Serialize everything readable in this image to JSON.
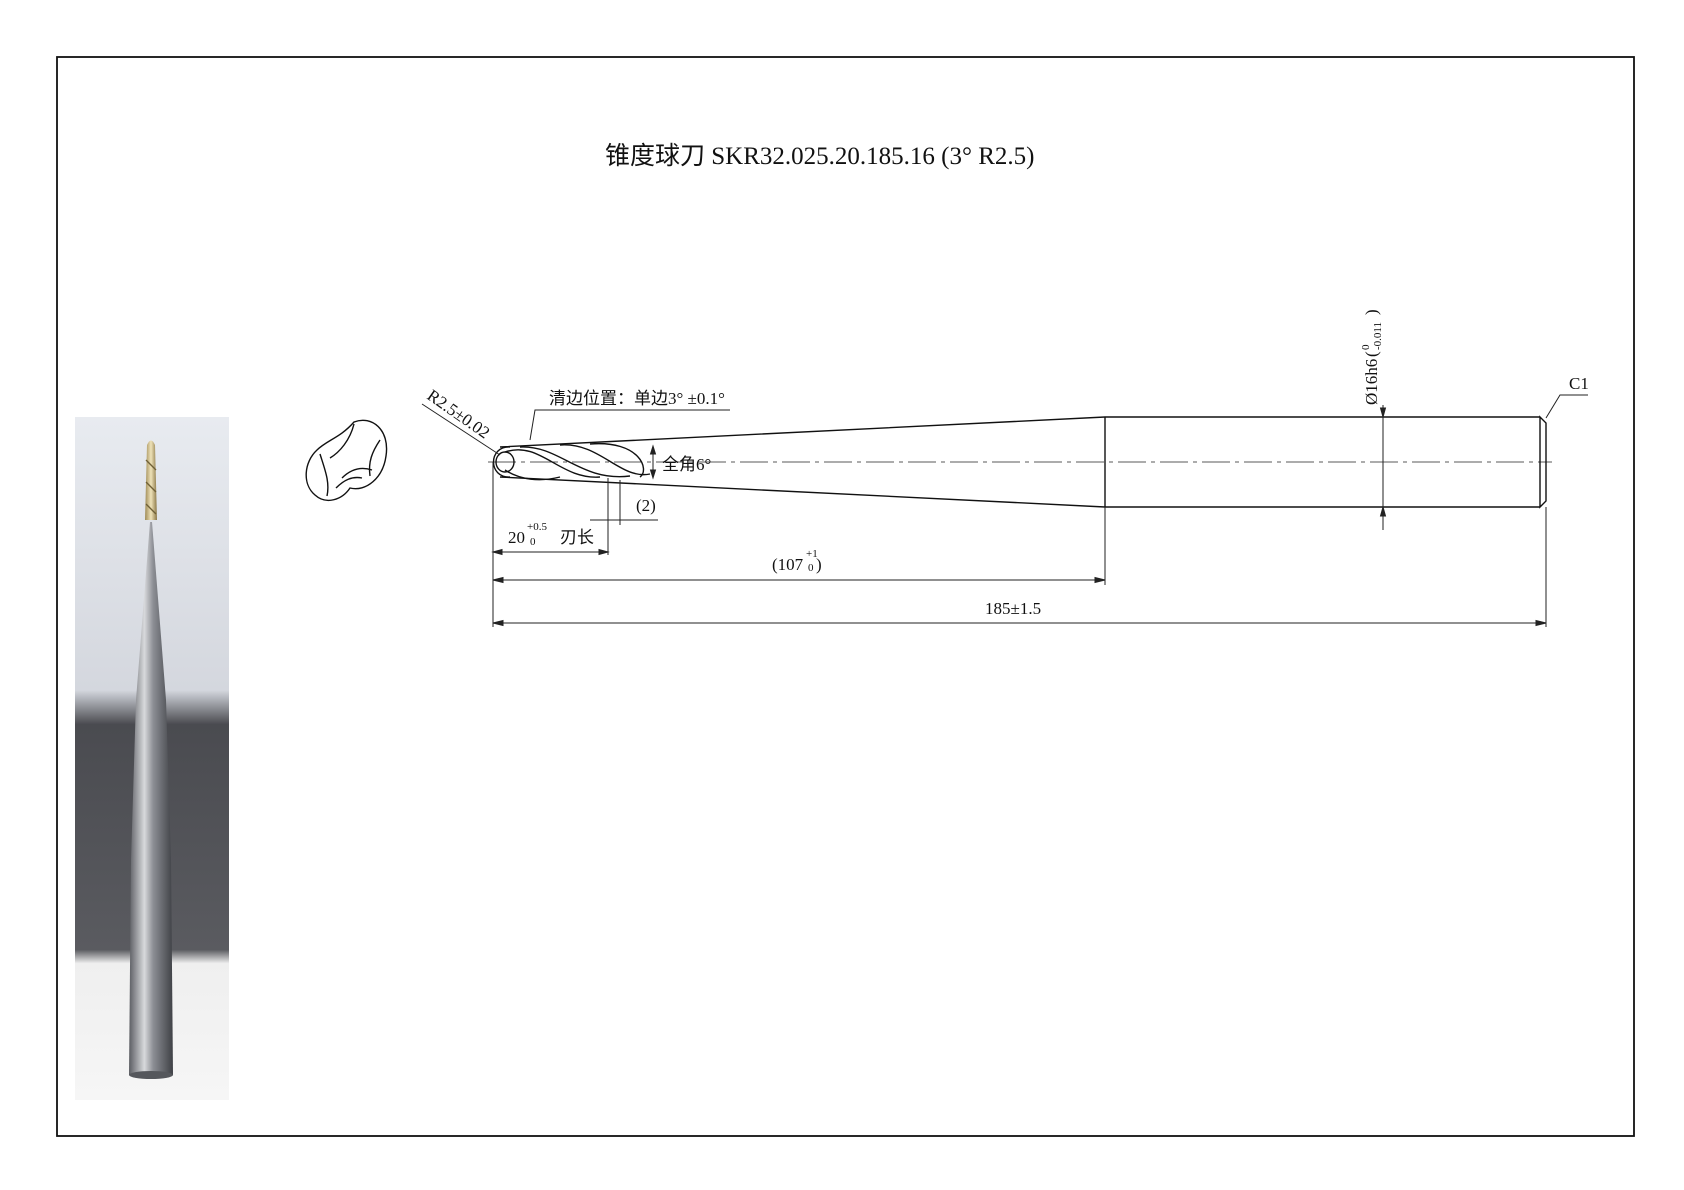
{
  "title": "锥度球刀  SKR32.025.20.185.16 (3° R2.5)",
  "annotations": {
    "radius": "R2.5±0.02",
    "flank_clearance": "清边位置：单边3° ±0.1°",
    "full_angle": "全角6°",
    "neck_gap": "(2)",
    "flute_length_value": "20",
    "flute_length_tol_upper": "+0.5",
    "flute_length_tol_lower": "0",
    "flute_length_label": "刃长",
    "taper_length_value": "(107",
    "taper_length_tol_upper": "+1",
    "taper_length_tol_lower": "0",
    "taper_length_close": ")",
    "overall_length": "185±1.5",
    "shank_diameter": "Ø16h6",
    "shank_tol_upper": "0",
    "shank_tol_lower": "-0.011",
    "shank_tol_close": ")",
    "shank_tol_open": "(",
    "chamfer": "C1"
  },
  "colors": {
    "line": "#222222",
    "photo_background_top": "#e3e6ec",
    "photo_background_mid": "#3e3f44",
    "photo_table": "#eeeeee",
    "carbide": "#8e9096",
    "coating": "#c9b27a"
  }
}
